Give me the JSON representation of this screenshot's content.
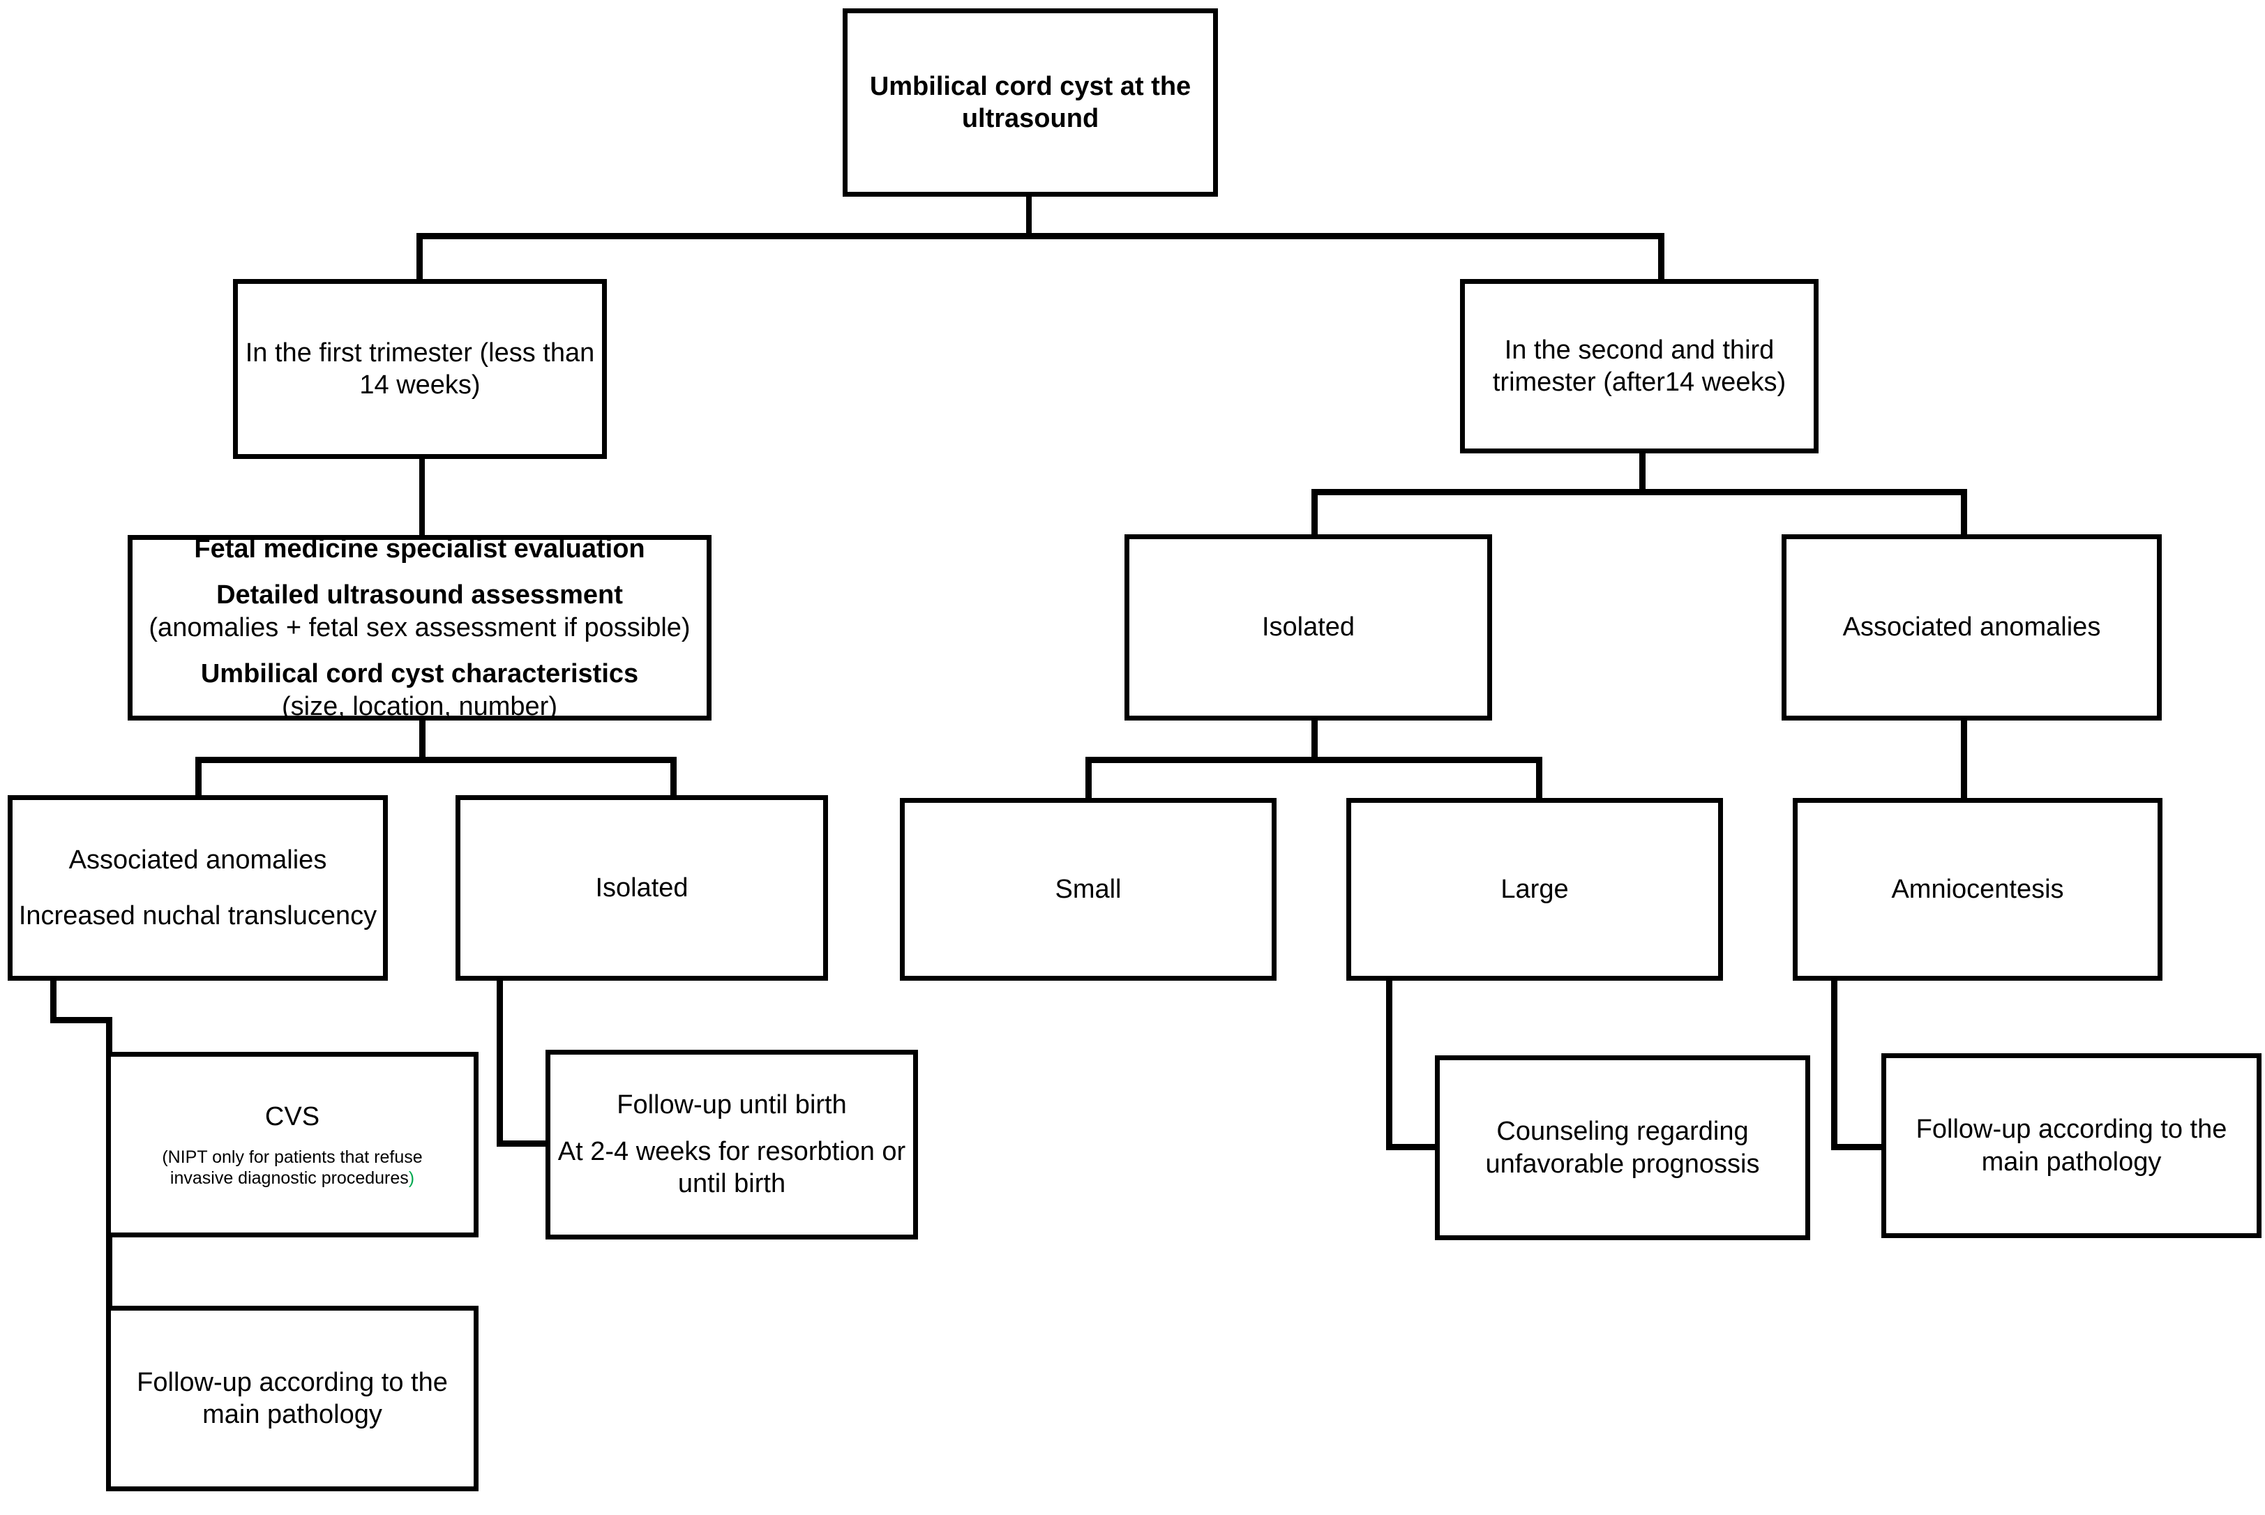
{
  "diagram": {
    "title": "Umbilical cord cyst at the ultrasound management flowchart",
    "accent_green": "#00a84f",
    "line_color": "#000000",
    "background": "#ffffff"
  },
  "nodes": {
    "root": {
      "line1": "Umbilical cord cyst at the",
      "line2": "ultrasound"
    },
    "first_trimester": {
      "line1": "In the first trimester (less than",
      "line2": "14 weeks)"
    },
    "second_third_trimester": {
      "line1": "In the second and third",
      "line2": "trimester (after14 weeks)"
    },
    "fetal_evaluation": {
      "line1": "Fetal medicine specialist evaluation",
      "line2": "Detailed ultrasound assessment",
      "line3": "(anomalies + fetal sex assessment if possible)",
      "line4": "Umbilical cord cyst characteristics",
      "line5": "(size, location, number)"
    },
    "ft_associated_anomalies": {
      "line1": "Associated anomalies",
      "line2": "Increased nuchal translucency"
    },
    "ft_isolated": {
      "line1": "Isolated"
    },
    "cvs": {
      "line1": "CVS",
      "line2": "(NIPT only for patients that refuse invasive diagnostic procedures",
      "line2_close": ")"
    },
    "ft_followup_pathology": {
      "line1": "Follow-up according to the",
      "line2": "main pathology"
    },
    "followup_until_birth": {
      "line1": "Follow-up until birth",
      "line2": "At 2-4 weeks for resorbtion or",
      "line3": "until birth"
    },
    "st_isolated": {
      "line1": "Isolated"
    },
    "st_associated_anomalies": {
      "line1": "Associated anomalies"
    },
    "small": {
      "line1": "Small"
    },
    "large": {
      "line1": "Large"
    },
    "amniocentesis": {
      "line1": "Amniocentesis"
    },
    "counseling": {
      "line1": "Counseling regarding",
      "line2": "unfavorable prognossis"
    },
    "st_followup_pathology": {
      "line1": "Follow-up according to the",
      "line2": "main pathology"
    }
  }
}
